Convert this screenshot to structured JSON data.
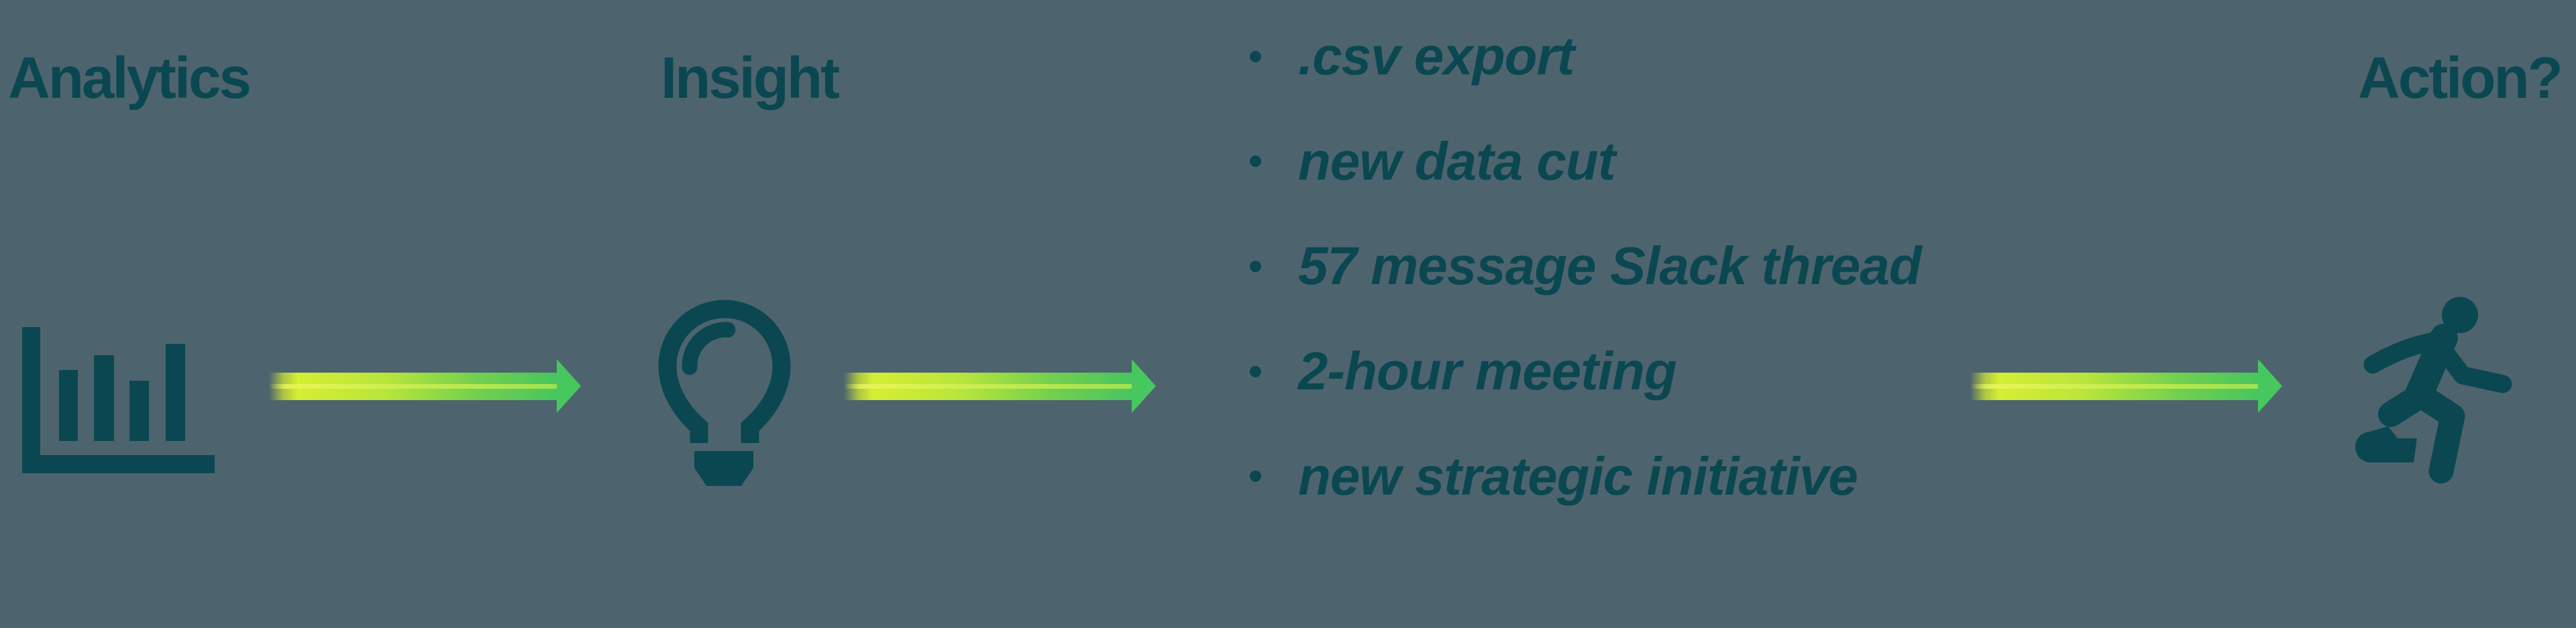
{
  "title": "Analytics to Action flow diagram",
  "palette": {
    "background": "#4d646e",
    "ink": "#0b4750",
    "arrow_yellow": "#d6ee33",
    "arrow_yellow_mid": "#b9e53b",
    "arrow_green_mid": "#72d04f",
    "arrow_green": "#47c55f",
    "arrow_head": "#46c85e",
    "streak_light": "#e9f75d",
    "streak_mid": "#e2f452",
    "streak_end": "#9fe14f"
  },
  "headings": {
    "analytics": "Analytics",
    "insight": "Insight",
    "action": "Action?"
  },
  "list": {
    "items": [
      ".csv export",
      "new data cut",
      "57 message Slack thread",
      "2-hour meeting",
      "new strategic initiative"
    ]
  },
  "icons": {
    "analytics": "bar-chart-icon",
    "insight": "lightbulb-icon",
    "action": "running-person-icon"
  },
  "arrows": {
    "direction": "right",
    "count": 3
  }
}
